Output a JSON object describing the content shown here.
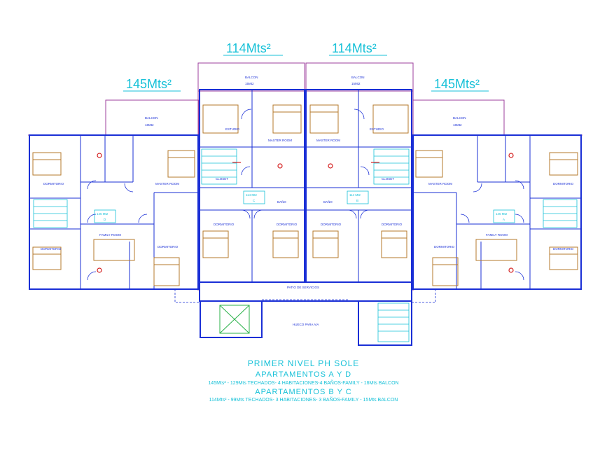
{
  "colors": {
    "wall": "#1a2fd6",
    "furniture": "#b5792b",
    "balcony": "#9c3f9c",
    "cyan": "#17c1d8",
    "red": "#d42020"
  },
  "areas": {
    "outer_left": "145Mts²",
    "inner_left": "114Mts²",
    "inner_right": "114Mts²",
    "outer_right": "145Mts²"
  },
  "balcony": {
    "label": "BALCON",
    "area_outer": "16Mt2",
    "area_inner": "15Mt2"
  },
  "rooms": {
    "master": "MASTER ROOM",
    "dorm": "DORMITORIO",
    "family": "FAMILY ROOM",
    "estudio": "ESTUDIO",
    "closet": "CLOSET",
    "bano": "BAÑO",
    "patio": "PATIO DE SERVICIOS",
    "hueco": "HUECO PARA A/A"
  },
  "apt_ids": {
    "a_area": "145 Mt2",
    "a": "A",
    "d_area": "145 Mt2",
    "d": "D",
    "b_area": "114 Mt2",
    "b": "B",
    "c_area": "114 Mt2",
    "c": "C"
  },
  "legend": {
    "title": "PRIMER NIVEL PH SOLE",
    "apt_ad": "APARTAMENTOS A Y D",
    "desc_ad": "145Mts² - 129Mts TECHADOS- 4 HABITACIONES-4 BAÑOS-FAMILY - 16Mts BALCON",
    "apt_bc": "APARTAMENTOS B Y C",
    "desc_bc": "114Mts² - 99Mts TECHADOS- 3 HABITACIONES- 3 BAÑOS-FAMILY - 15Mts BALCON"
  }
}
